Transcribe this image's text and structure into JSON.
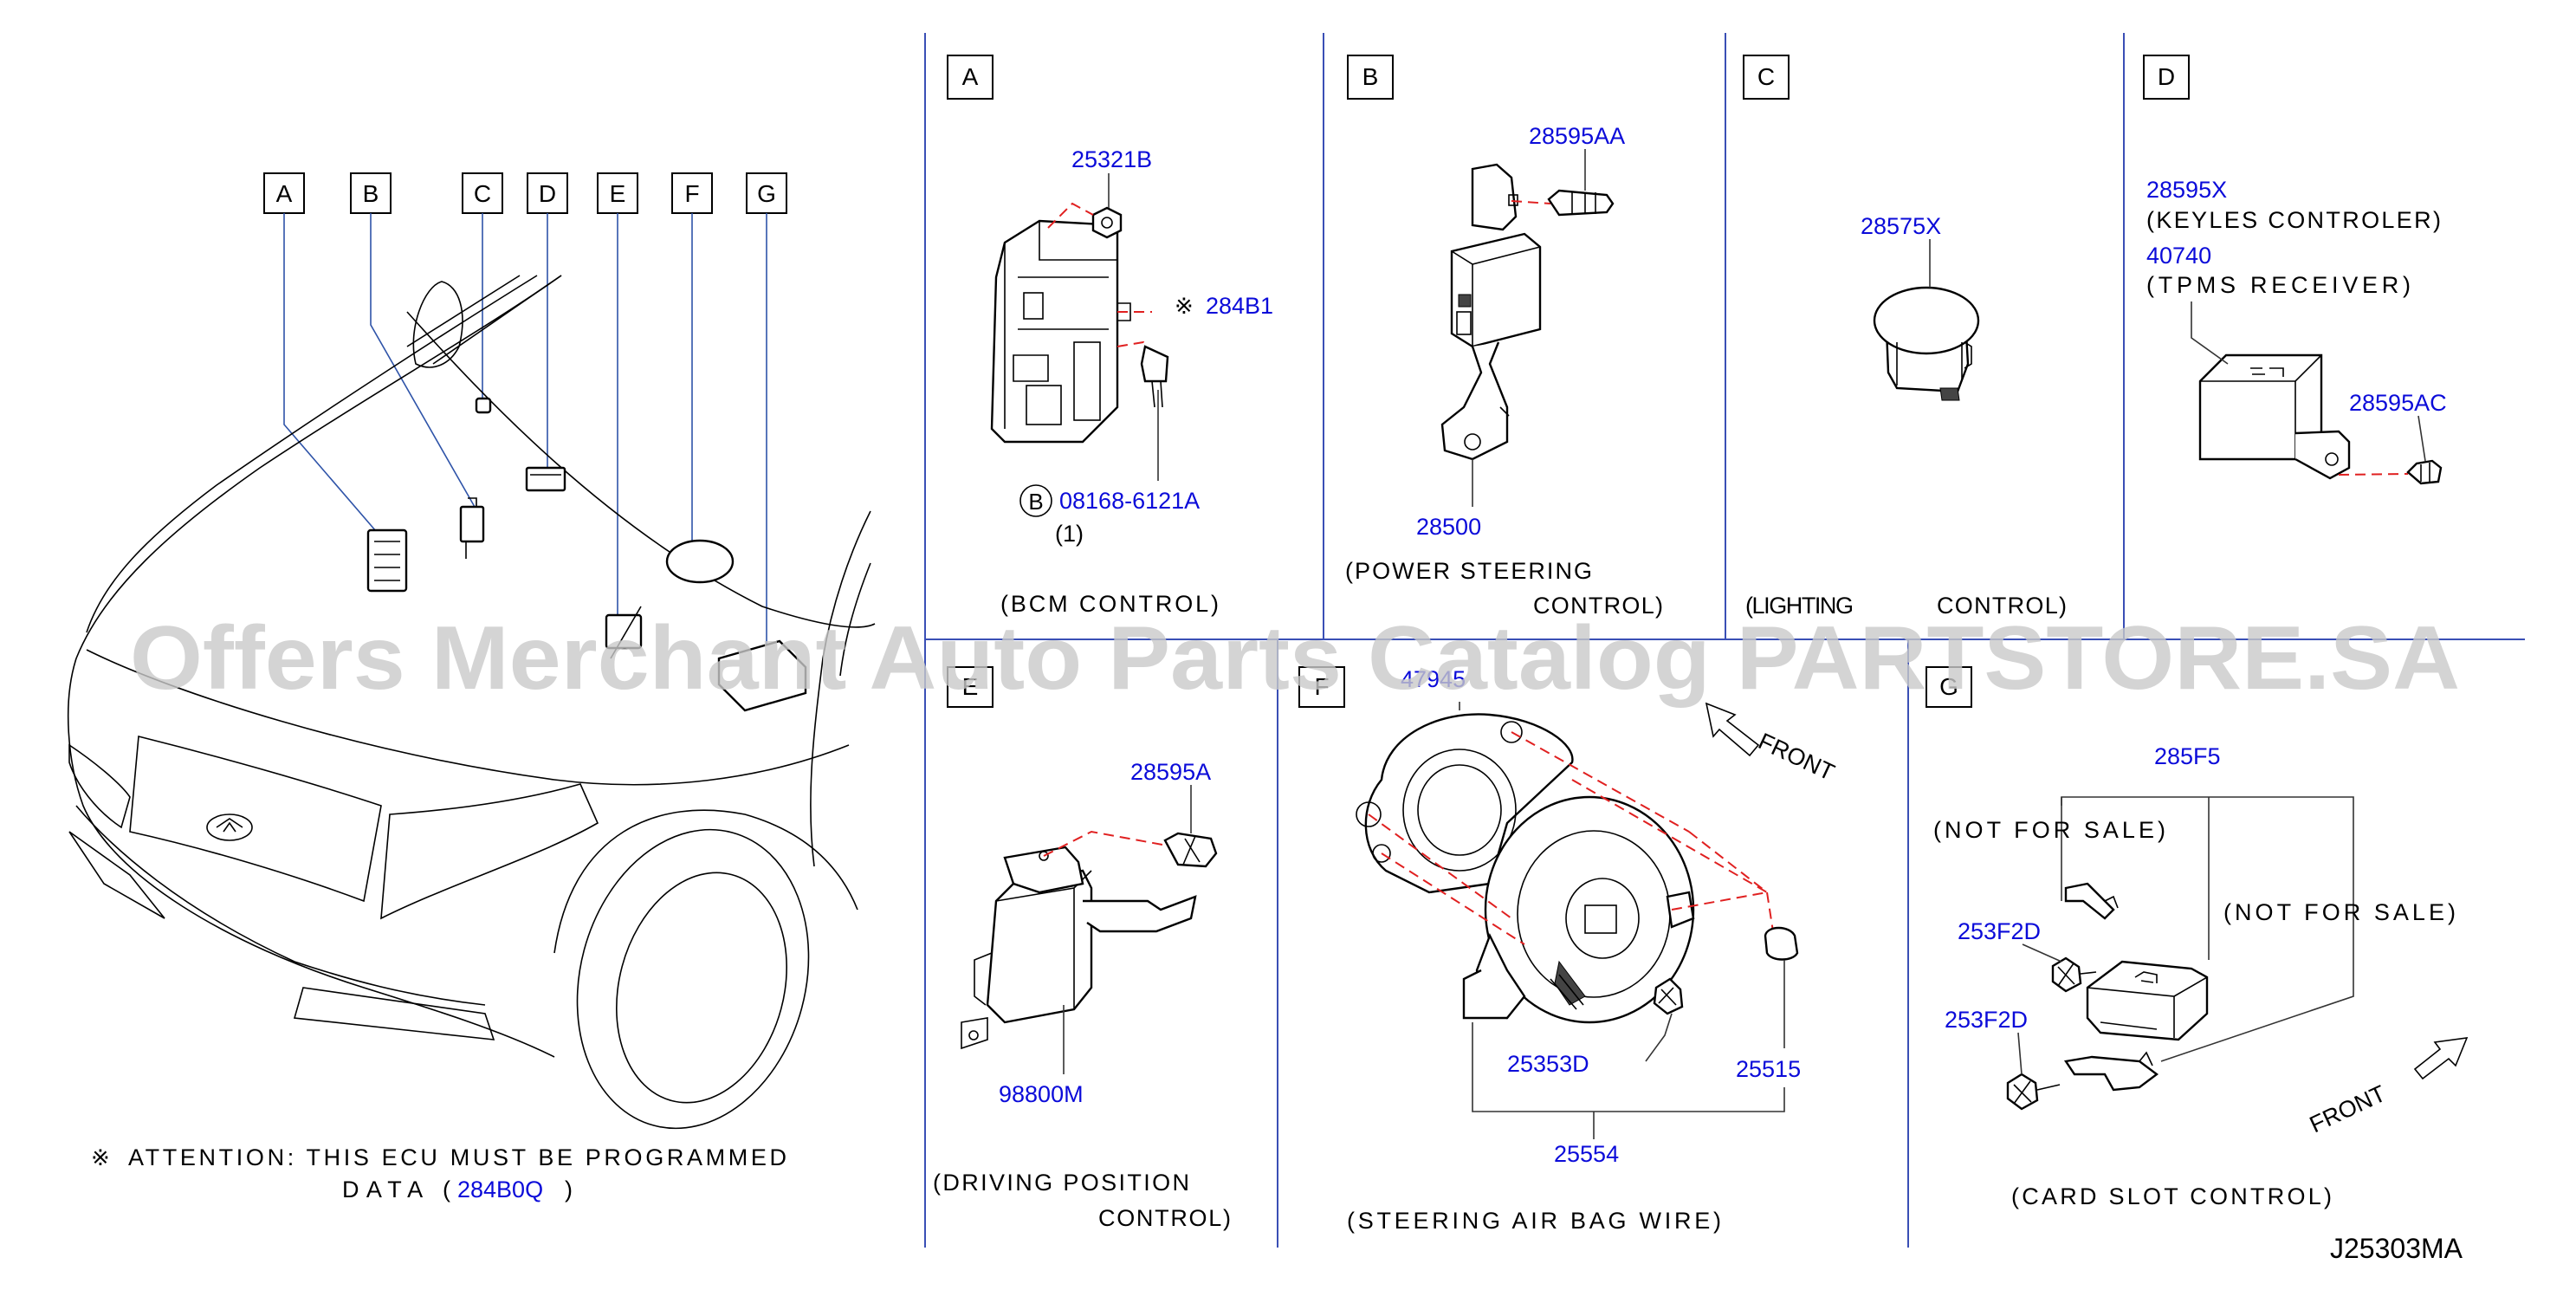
{
  "overview": {
    "callouts": [
      "A",
      "B",
      "C",
      "D",
      "E",
      "F",
      "G"
    ],
    "attention_line1": "ATTENTION: THIS ECU MUST BE PROGRAMMED",
    "attention_line2_prefix": "DATA ( ",
    "attention_part": "284B0Q",
    "attention_line2_suffix": " )"
  },
  "panels": {
    "A": {
      "letter": "A",
      "parts": [
        "25321B",
        "284B1",
        "08168-6121A"
      ],
      "bolt_symbol": "B",
      "qty": "(1)",
      "caption": "(BCM CONTROL)"
    },
    "B": {
      "letter": "B",
      "parts": [
        "28595AA",
        "28500"
      ],
      "caption_line1": "(POWER STEERING",
      "caption_line2": "CONTROL)"
    },
    "C": {
      "letter": "C",
      "parts": [
        "28575X"
      ],
      "caption_line1": "(LIGHTING",
      "caption_line2": "CONTROL)"
    },
    "D": {
      "letter": "D",
      "part1": "28595X",
      "part1_desc": "(KEYLES CONTROLER)",
      "part2": "40740",
      "part2_desc": "(TPMS RECEIVER)",
      "part3": "28595AC"
    },
    "E": {
      "letter": "E",
      "parts": [
        "28595A",
        "98800M"
      ],
      "caption_line1": "(DRIVING POSITION",
      "caption_line2": "CONTROL)"
    },
    "F": {
      "letter": "F",
      "parts": [
        "47945",
        "25353D",
        "25515",
        "25554"
      ],
      "front": "FRONT",
      "caption": "(STEERING AIR BAG WIRE)"
    },
    "G": {
      "letter": "G",
      "parts": [
        "285F5",
        "253F2D",
        "253F2D"
      ],
      "nfs": "(NOT FOR SALE)",
      "front": "FRONT",
      "caption": "(CARD SLOT CONTROL)"
    }
  },
  "diagram_id": "J25303MA",
  "watermark": "Offers Merchant Auto Parts Catalog PARTSTORE.SA",
  "colors": {
    "label_blue": "#0b0bd9",
    "divider_blue": "#3a4fb5",
    "dash_red": "#e02020",
    "watermark_gray": "#c9c9c9"
  }
}
